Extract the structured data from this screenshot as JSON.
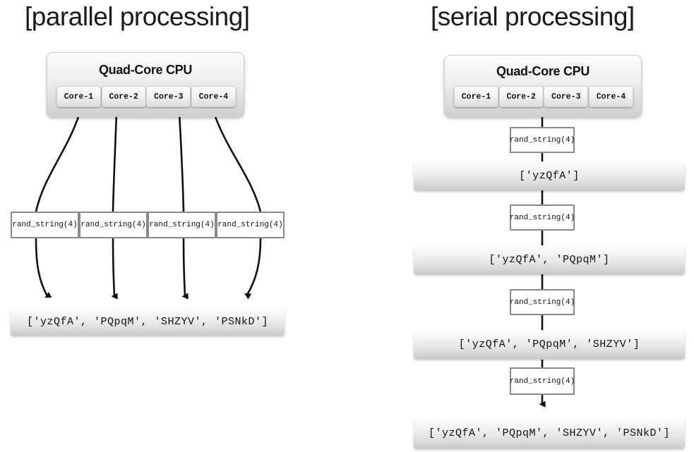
{
  "panels": {
    "parallel": {
      "title": "[parallel processing]",
      "cpu": {
        "label": "Quad-Core CPU",
        "cores": [
          "Core-1",
          "Core-2",
          "Core-3",
          "Core-4"
        ]
      },
      "workers": [
        "rand_string(4)",
        "rand_string(4)",
        "rand_string(4)",
        "rand_string(4)"
      ],
      "result": "['yzQfA', 'PQpqM', 'SHZYV', 'PSNkD']"
    },
    "serial": {
      "title": "[serial processing]",
      "cpu": {
        "label": "Quad-Core CPU",
        "cores": [
          "Core-1",
          "Core-2",
          "Core-3",
          "Core-4"
        ]
      },
      "steps": [
        {
          "call": "rand_string(4)",
          "list": "['yzQfA']"
        },
        {
          "call": "rand_string(4)",
          "list": "['yzQfA', 'PQpqM']"
        },
        {
          "call": "rand_string(4)",
          "list": "['yzQfA', 'PQpqM', 'SHZYV']"
        },
        {
          "call": "rand_string(4)",
          "list": "['yzQfA', 'PQpqM', 'SHZYV', 'PSNkD']"
        }
      ]
    }
  },
  "colors": {
    "background": "#ffffff",
    "edge": "#111111",
    "box_border": "#8a8a8a",
    "text": "#111111",
    "bar_top": "#fdfdfd",
    "bar_bottom": "#c9c9c9"
  }
}
